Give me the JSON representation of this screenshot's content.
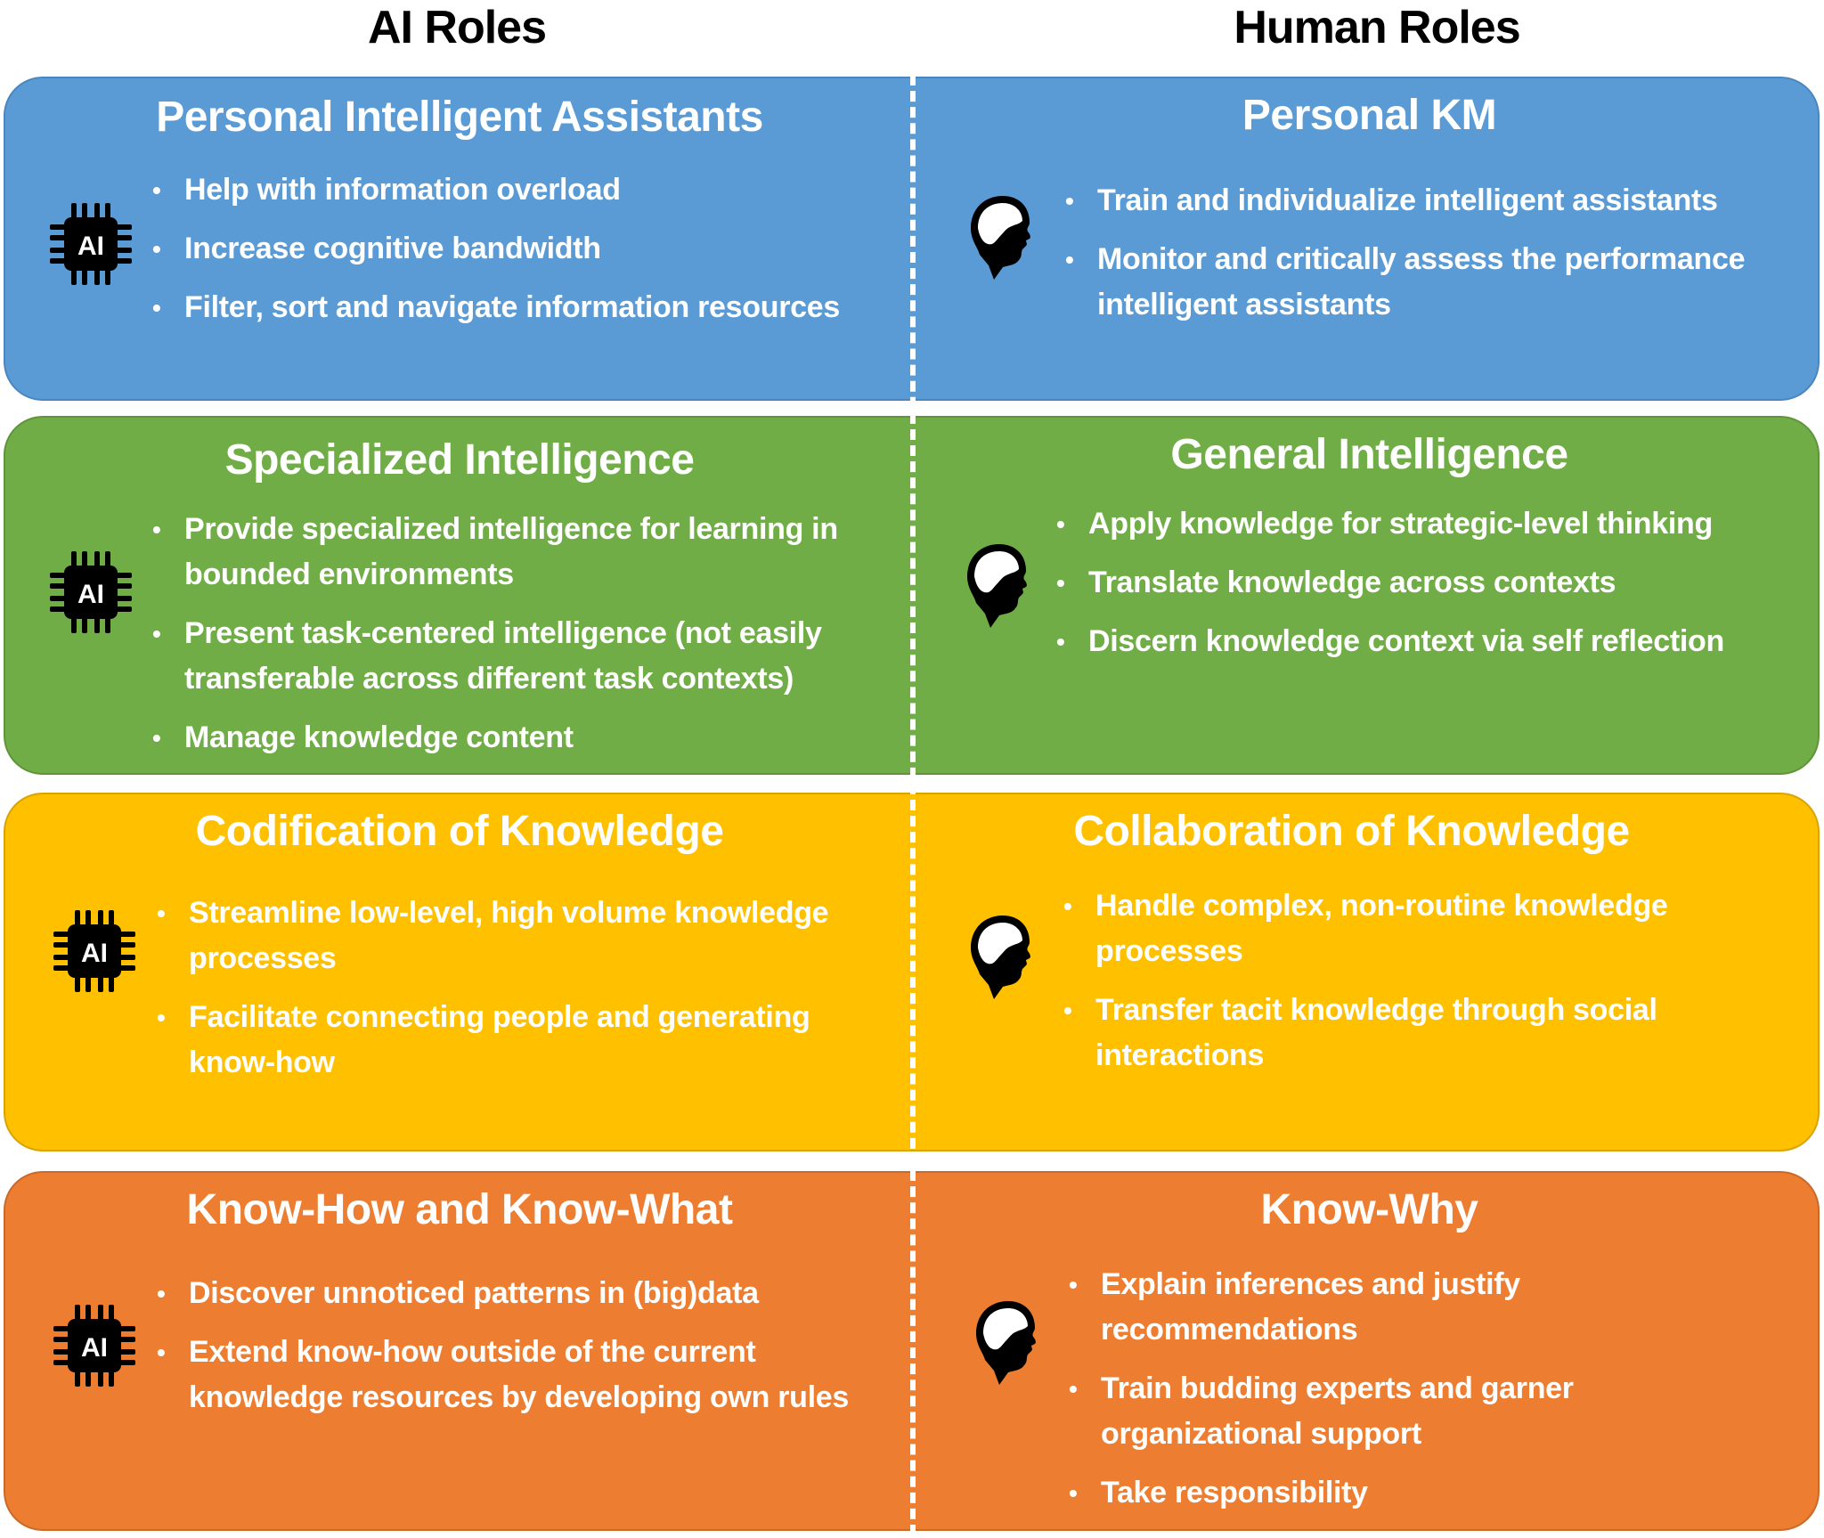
{
  "headers": {
    "left": "AI Roles",
    "right": "Human Roles"
  },
  "colors": {
    "blue": "#5B9BD5",
    "green": "#70AD47",
    "yellow": "#FFC000",
    "orange": "#ED7D31",
    "text": "#FFFFFF",
    "icon": "#000000"
  },
  "rows": [
    {
      "color": "blue",
      "ai": {
        "icon": "ai-chip-icon",
        "title": "Personal Intelligent Assistants",
        "bullets": [
          "Help with information overload",
          "Increase cognitive bandwidth",
          "Filter, sort and navigate information resources"
        ]
      },
      "human": {
        "icon": "human-head-brain-icon",
        "title": "Personal KM",
        "bullets": [
          "Train and individualize intelligent assistants",
          "Monitor and critically assess the performance intelligent assistants"
        ]
      }
    },
    {
      "color": "green",
      "ai": {
        "icon": "ai-chip-icon",
        "title": "Specialized Intelligence",
        "bullets": [
          "Provide specialized intelligence for learning in bounded environments",
          "Present task-centered intelligence (not easily transferable across different task contexts)",
          "Manage knowledge content"
        ]
      },
      "human": {
        "icon": "human-head-brain-icon",
        "title": "General Intelligence",
        "bullets": [
          "Apply knowledge for strategic-level thinking",
          "Translate knowledge across contexts",
          "Discern knowledge context via self reflection"
        ]
      }
    },
    {
      "color": "yellow",
      "ai": {
        "icon": "ai-chip-icon",
        "title": "Codification of Knowledge",
        "bullets": [
          "Streamline low-level, high volume knowledge processes",
          "Facilitate connecting people and generating know-how"
        ]
      },
      "human": {
        "icon": "human-head-brain-icon",
        "title": "Collaboration of Knowledge",
        "bullets": [
          "Handle complex, non-routine knowledge processes",
          "Transfer tacit knowledge through social interactions"
        ]
      }
    },
    {
      "color": "orange",
      "ai": {
        "icon": "ai-chip-icon",
        "title": "Know-How and Know-What",
        "bullets": [
          "Discover unnoticed patterns in (big)data",
          "Extend know-how outside of the current knowledge resources by developing own rules"
        ]
      },
      "human": {
        "icon": "human-head-brain-icon",
        "title": "Know-Why",
        "bullets": [
          "Explain inferences and justify recommendations",
          "Train budding experts and garner organizational support",
          "Take responsibility"
        ]
      }
    }
  ],
  "chip_label": "AI"
}
